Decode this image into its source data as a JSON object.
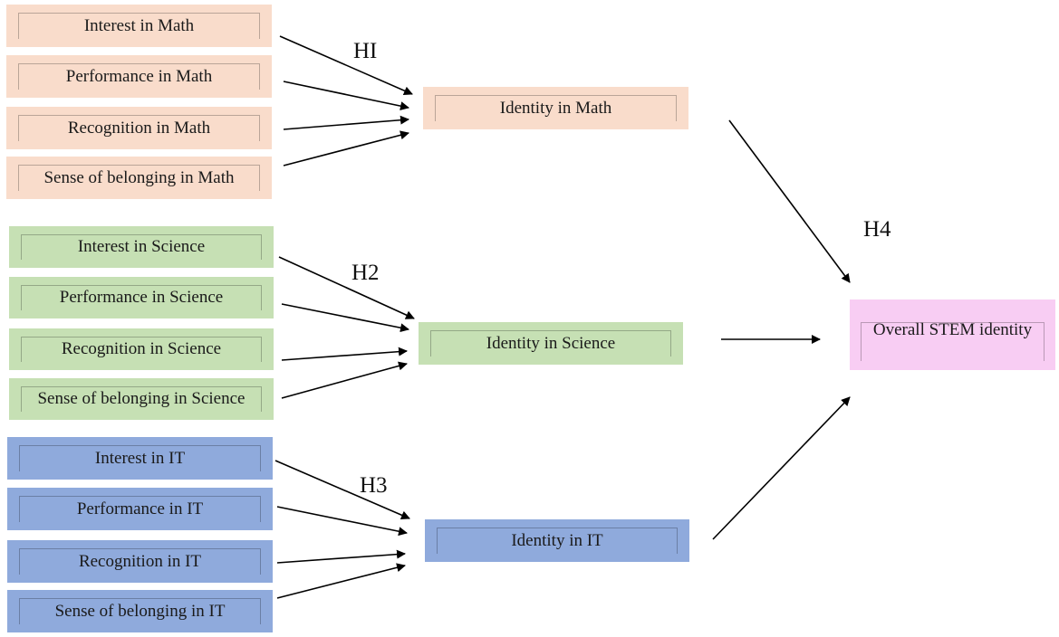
{
  "groups": {
    "math": {
      "items": [
        "Interest in Math",
        "Performance in Math",
        "Recognition in Math",
        "Sense of belonging in Math"
      ],
      "identity": "Identity in Math",
      "hypothesis": "HI",
      "color": "#f9dccb"
    },
    "science": {
      "items": [
        "Interest in Science",
        "Performance in Science",
        "Recognition in Science",
        "Sense of belonging in Science"
      ],
      "identity": "Identity in Science",
      "hypothesis": "H2",
      "color": "#c6e0b4"
    },
    "it": {
      "items": [
        "Interest in IT",
        "Performance in IT",
        "Recognition in IT",
        "Sense of belonging in IT"
      ],
      "identity": "Identity in IT",
      "hypothesis": "H3",
      "color": "#8faadc"
    }
  },
  "outcome": {
    "label": "Overall STEM identity",
    "hypothesis": "H4",
    "color": "#f8cdf3"
  }
}
